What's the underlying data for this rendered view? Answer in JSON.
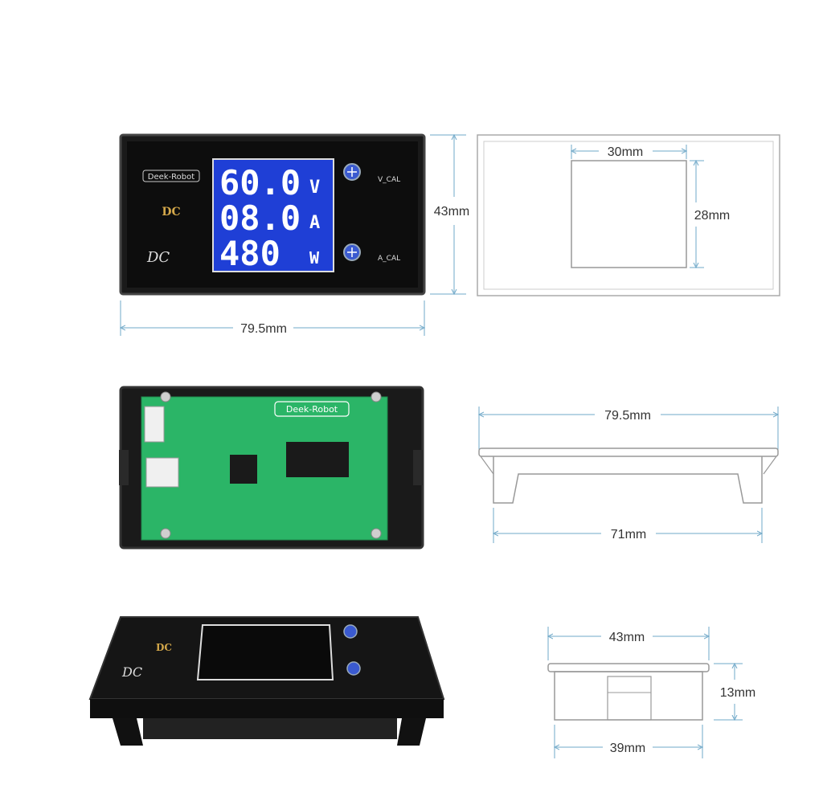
{
  "display": {
    "voltage": "60.0",
    "voltage_unit": "V",
    "current": "08.0",
    "current_unit": "A",
    "power": "480",
    "power_unit": "W",
    "dc_label": "DC",
    "brand": "Deek-Robot",
    "v_cal": "V_CAL",
    "a_cal": "A_CAL"
  },
  "dimensions": {
    "front_width": "79.5mm",
    "front_height": "43mm",
    "cutout_width": "30mm",
    "cutout_height": "28mm",
    "side_width_top": "79.5mm",
    "side_width_bottom": "71mm",
    "end_width_top": "43mm",
    "end_height": "13mm",
    "end_width_bottom": "39mm"
  },
  "colors": {
    "lcd_blue": "#1f3fd6",
    "pcb_green": "#2bb567",
    "dimension_line": "#6fa8c8",
    "bezel": "#1a1a1a"
  }
}
